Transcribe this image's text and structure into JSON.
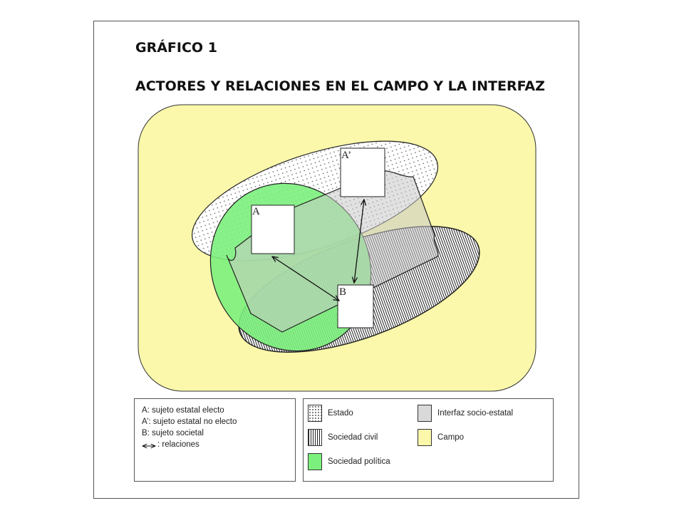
{
  "title": {
    "line1": "GRÁFICO 1",
    "line2": "ACTORES Y RELACIONES EN EL CAMPO Y LA INTERFAZ"
  },
  "actors": {
    "a": "A",
    "a_prime": "A’",
    "b": "B"
  },
  "legend_actors": [
    "A: sujeto estatal electo",
    "A’: sujeto estatal no electo",
    "B: sujeto societal",
    " : relaciones"
  ],
  "legend_areas": {
    "estado": "Estado",
    "sociedad_civil": "Sociedad civil",
    "sociedad_politica": "Sociedad política",
    "interfaz": "Interfaz socio-estatal",
    "campo": "Campo"
  },
  "colors": {
    "campo": "#fbf8ab",
    "sociedad_politica": "#7cf07c",
    "interfaz": "#d9d9d9"
  }
}
